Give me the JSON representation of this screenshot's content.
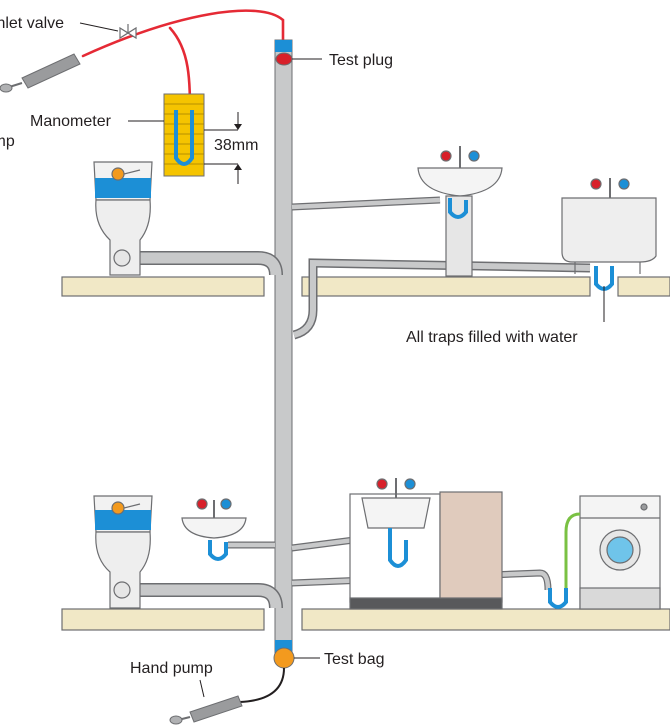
{
  "labels": {
    "inlet_valve": "Inlet valve",
    "top_pump": "Hand pump",
    "manometer": "Manometer",
    "reading": "38mm",
    "test_plug": "Test plug",
    "traps": "All traps filled with water",
    "hand_pump": "Hand pump",
    "test_bag": "Test bag"
  },
  "colors": {
    "pipe": "#c8c9ca",
    "pipe_edge": "#6d6e71",
    "floor": "#f1e8c6",
    "water": "#1c8fd6",
    "tube": "#e52a35",
    "manometer": "#f5c400",
    "cabinet": "#e0cbbd",
    "bag": "#f39a1e",
    "plug": "#d8202a",
    "green_hose": "#7ac143"
  },
  "icons": [
    "toilet",
    "basin",
    "bath",
    "sink-unit",
    "washing-machine",
    "hand-pump",
    "valve",
    "test-plug",
    "test-bag",
    "manometer"
  ]
}
